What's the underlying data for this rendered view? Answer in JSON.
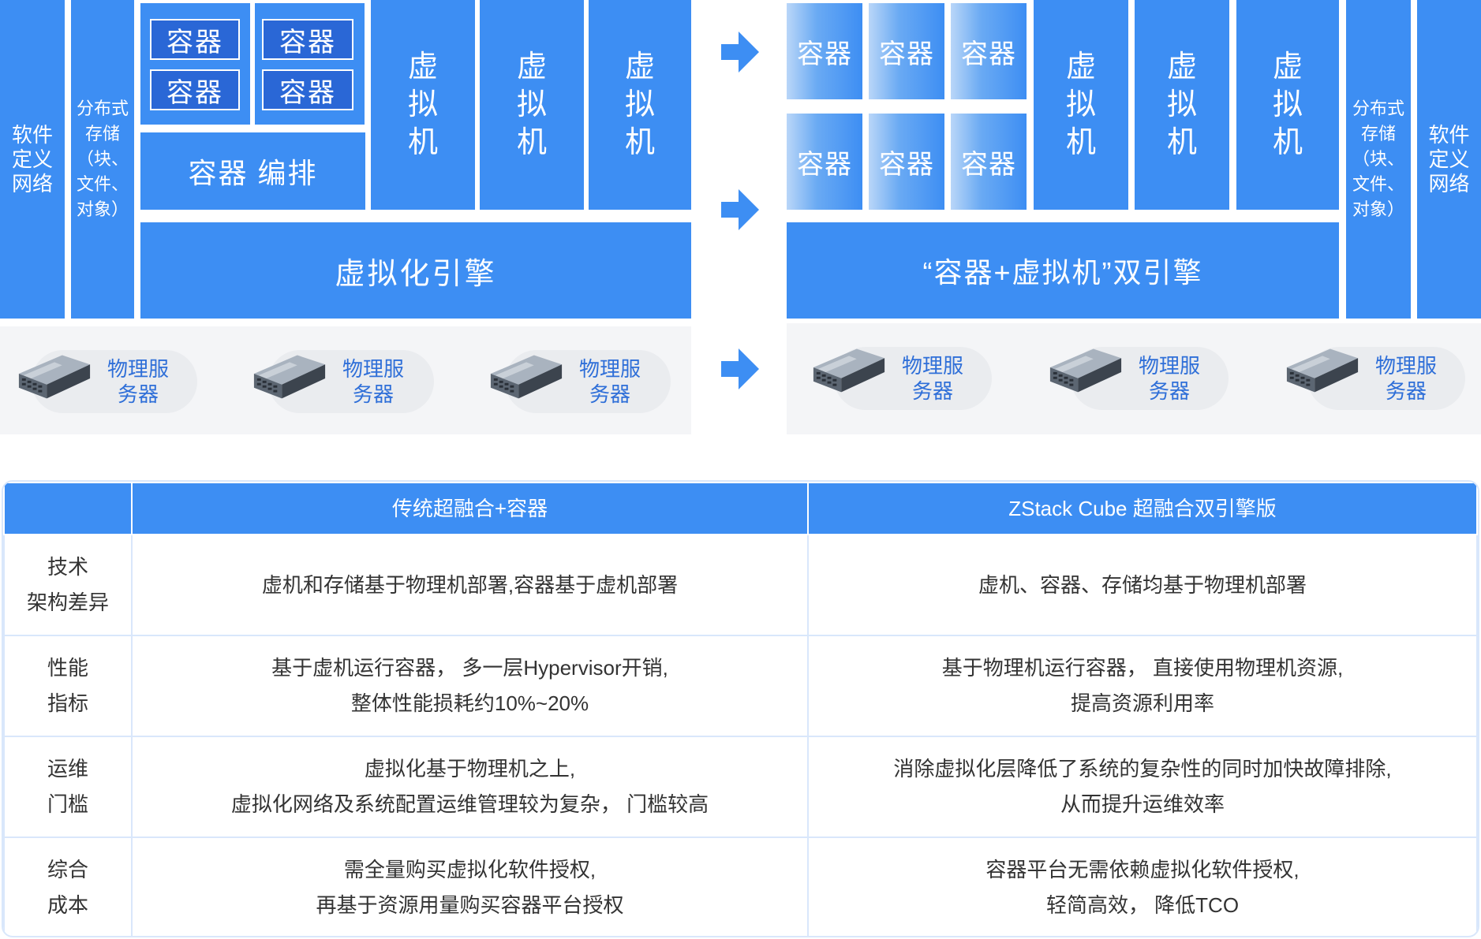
{
  "left": {
    "sdn_label": [
      "软件",
      "定义",
      "网络"
    ],
    "storage_label": [
      "分布式",
      "存储",
      "（块、",
      "文件、",
      "对象）"
    ],
    "containers": [
      "容器",
      "容器",
      "容器",
      "容器"
    ],
    "orchestration": "容器 编排",
    "vm_label": [
      "虚",
      "拟",
      "机"
    ],
    "engine": "虚拟化引擎",
    "server_label": [
      "物理服",
      "务器"
    ]
  },
  "right": {
    "containers": [
      "容器",
      "容器",
      "容器",
      "容器",
      "容器",
      "容器"
    ],
    "vm_label": [
      "虚",
      "拟",
      "机"
    ],
    "storage_label": [
      "分布式",
      "存储",
      "（块、",
      "文件、",
      "对象）"
    ],
    "sdn_label": [
      "软件",
      "定义",
      "网络"
    ],
    "engine": "“容器+虚拟机”双引擎",
    "server_label": [
      "物理服",
      "务器"
    ]
  },
  "colors": {
    "primary": "#3d8ef3",
    "dark": "#2a67d6",
    "server_text": "#2f6fd8"
  },
  "table": {
    "headers": [
      "",
      "传统超融合+容器",
      "ZStack Cube 超融合双引擎版"
    ],
    "rows": [
      {
        "label": [
          "技术",
          "架构差异"
        ],
        "left": [
          "虚机和存储基于物理机部署,容器基于虚机部署"
        ],
        "right": [
          "虚机、容器、存储均基于物理机部署"
        ]
      },
      {
        "label": [
          "性能",
          "指标"
        ],
        "left": [
          "基于虚机运行容器， 多一层Hypervisor开销,",
          "整体性能损耗约10%~20%"
        ],
        "right": [
          "基于物理机运行容器， 直接使用物理机资源,",
          "提高资源利用率"
        ]
      },
      {
        "label": [
          "运维",
          "门槛"
        ],
        "left": [
          "虚拟化基于物理机之上,",
          "虚拟化网络及系统配置运维管理较为复杂， 门槛较高"
        ],
        "right": [
          "消除虚拟化层降低了系统的复杂性的同时加快故障排除,",
          "从而提升运维效率"
        ]
      },
      {
        "label": [
          "综合",
          "成本"
        ],
        "left": [
          "需全量购买虚拟化软件授权,",
          "再基于资源用量购买容器平台授权"
        ],
        "right": [
          "容器平台无需依赖虚拟化软件授权,",
          "轻简高效， 降低TCO"
        ]
      }
    ]
  }
}
